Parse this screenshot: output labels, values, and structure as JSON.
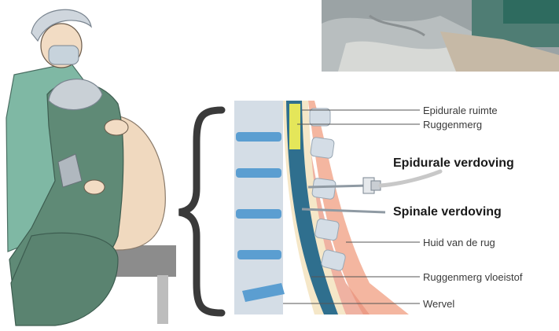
{
  "labels": {
    "epidural_space": "Epidurale ruimte",
    "spinal_cord": "Ruggenmerg",
    "epidural_anesthesia": "Epidurale verdoving",
    "spinal_anesthesia": "Spinale verdoving",
    "skin_of_back": "Huid van de rug",
    "cerebrospinal_fluid": "Ruggenmerg vloeistof",
    "vertebra": "Wervel"
  },
  "colors": {
    "scrubs": "#7fb8a4",
    "scrubs_dark": "#5e9a86",
    "gown": "#5f8a76",
    "skin": "#f0d9bf",
    "vertebra_fill": "#d4dde6",
    "disc": "#5b9ed1",
    "cord": "#2f6f8e",
    "epidural_fat": "#e4e65a",
    "csf": "#f5e7c8",
    "skin_layer": "#f4b6a0",
    "muscle_layer": "#e8927a"
  }
}
